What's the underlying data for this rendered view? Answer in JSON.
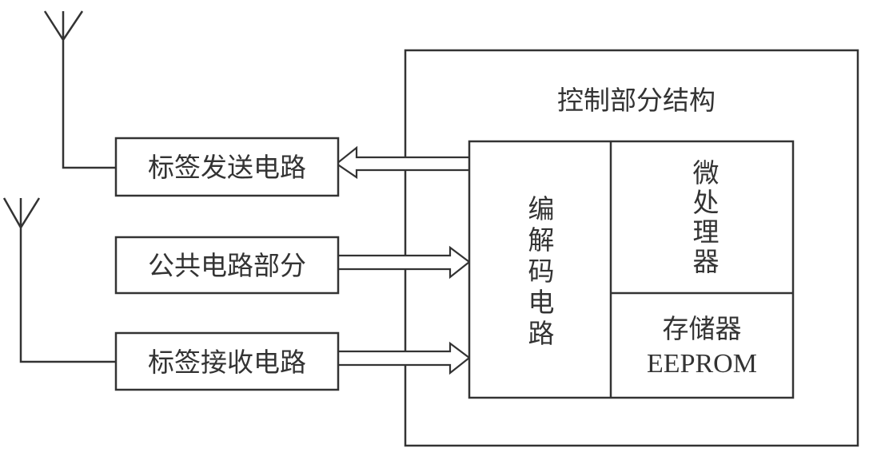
{
  "diagram": {
    "control_title": "控制部分结构",
    "blocks": {
      "send": "标签发送电路",
      "common": "公共电路部分",
      "receive": "标签接收电路",
      "codec": [
        "编",
        "解",
        "码",
        "电",
        "路"
      ],
      "mcu": [
        "微",
        "处",
        "理",
        "器"
      ],
      "memory_cn": "存储器",
      "memory_en": "EEPROM"
    },
    "colors": {
      "line": "#333333",
      "background": "#ffffff"
    }
  }
}
